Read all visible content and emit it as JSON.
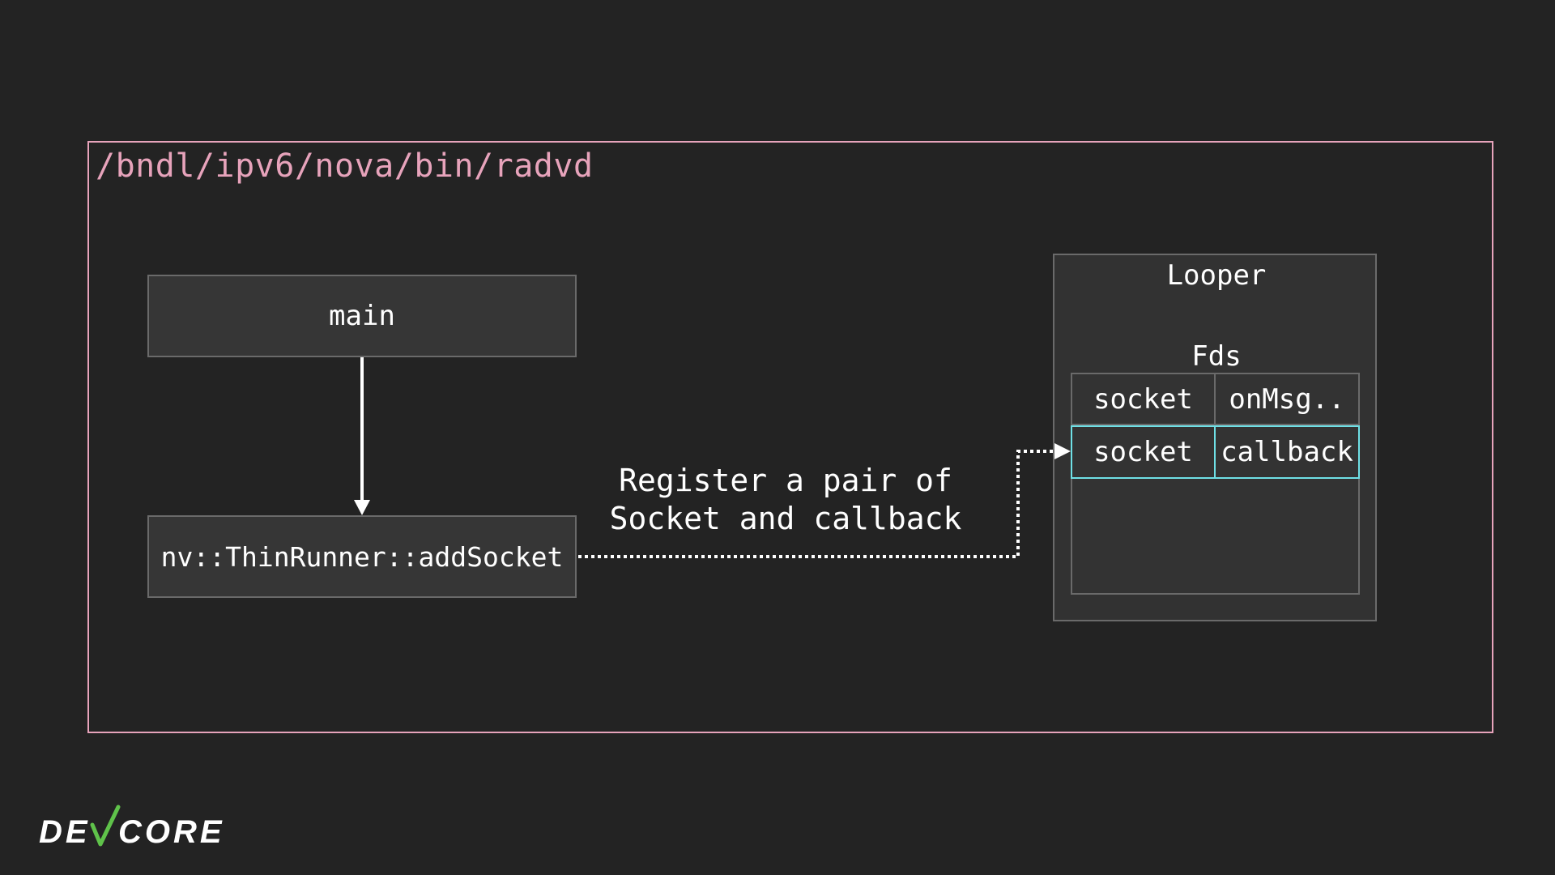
{
  "process_path": "/bndl/ipv6/nova/bin/radvd",
  "main_box": {
    "label": "main"
  },
  "add_socket_box": {
    "label": "nv::ThinRunner::addSocket"
  },
  "register_label": {
    "line1": "Register a pair of",
    "line2": "Socket and callback"
  },
  "looper": {
    "title": "Looper",
    "fds_title": "Fds",
    "rows": [
      {
        "fd": "socket",
        "handler": "onMsg.."
      },
      {
        "fd": "socket",
        "handler": "callback"
      }
    ]
  },
  "logo": {
    "text": "DEVCORE"
  },
  "colors": {
    "background": "#232323",
    "frame": "#e7a3bb",
    "highlight": "#6fe0e6",
    "logo_check": "#5fc24a"
  }
}
